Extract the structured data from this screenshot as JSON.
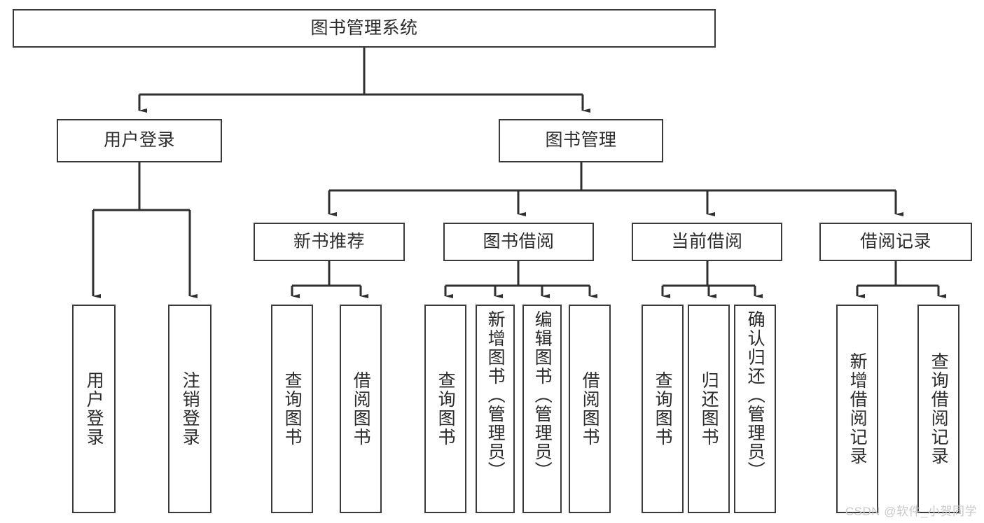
{
  "diagram": {
    "title": "图书管理系统",
    "type": "hierarchy-tree",
    "root": {
      "label": "图书管理系统"
    },
    "level2": [
      {
        "label": "用户登录"
      },
      {
        "label": "图书管理"
      }
    ],
    "level3": [
      {
        "label": "新书推荐"
      },
      {
        "label": "图书借阅"
      },
      {
        "label": "当前借阅"
      },
      {
        "label": "借阅记录"
      }
    ],
    "leaves": {
      "user_login": [
        {
          "label": "用户登录"
        },
        {
          "label": "注销登录"
        }
      ],
      "new_book_recommend": [
        {
          "label": "查询图书"
        },
        {
          "label": "借阅图书"
        }
      ],
      "book_borrow": [
        {
          "label": "查询图书"
        },
        {
          "label": "新增图书（管理员）"
        },
        {
          "label": "编辑图书（管理员）"
        },
        {
          "label": "借阅图书"
        }
      ],
      "current_borrow": [
        {
          "label": "查询图书"
        },
        {
          "label": "归还图书"
        },
        {
          "label": "确认归还（管理员）"
        }
      ],
      "borrow_record": [
        {
          "label": "新增借阅记录"
        },
        {
          "label": "查询借阅记录"
        }
      ]
    }
  },
  "watermark": {
    "text": "CSDN @软件_小贺同学"
  },
  "colors": {
    "box_border": "#3a3a3a",
    "text": "#2b2b2b",
    "background": "#ffffff",
    "connector": "#2f2f2f",
    "watermark": "#c9c9c9"
  }
}
